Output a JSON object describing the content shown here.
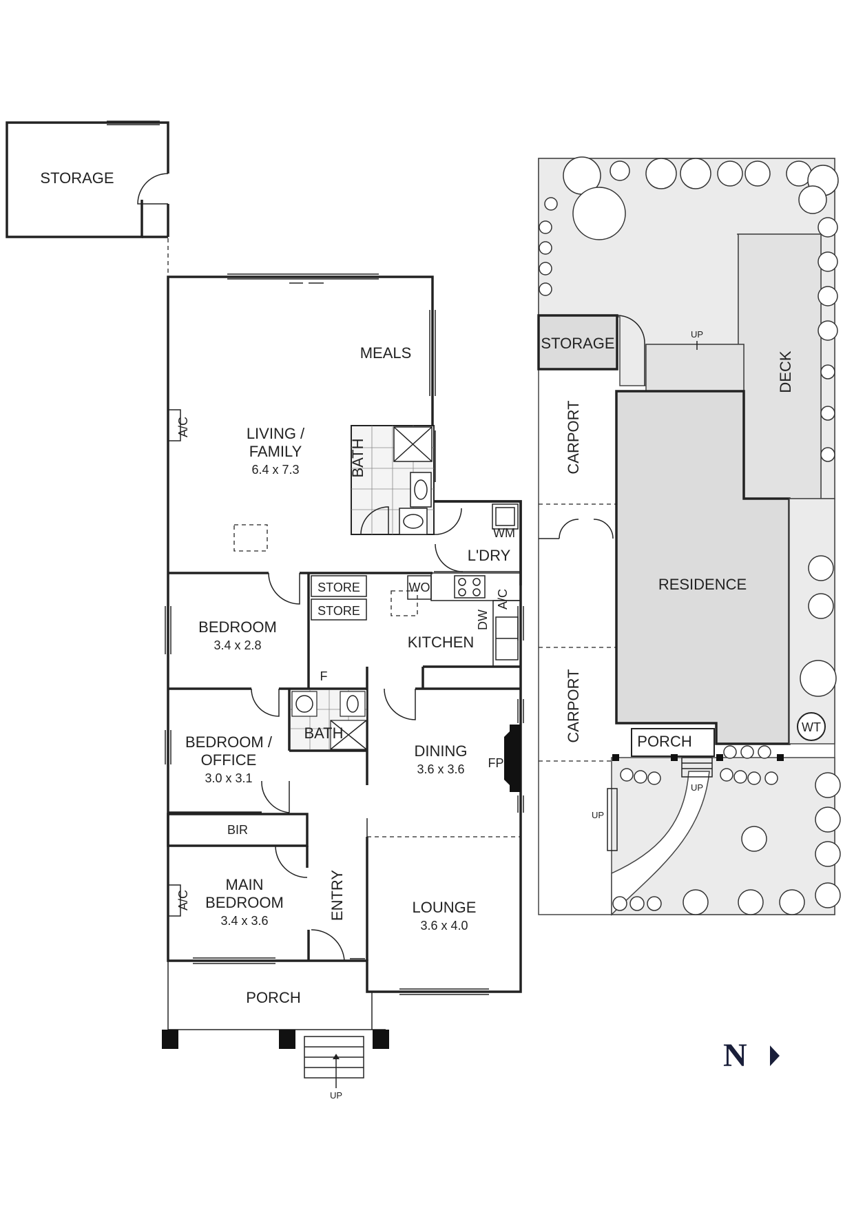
{
  "floor_plan": {
    "rooms": {
      "storage_shed": "STORAGE",
      "meals": "MEALS",
      "living_title_line1": "LIVING /",
      "living_title_line2": "FAMILY",
      "living_size": "6.4 x 7.3",
      "bath_upper": "BATH",
      "laundry": "L'DRY",
      "wm": "WM",
      "store1": "STORE",
      "store2": "STORE",
      "wo": "WO",
      "ac_kitchen": "A/C",
      "dw": "DW",
      "kitchen": "KITCHEN",
      "ac_living": "A/C",
      "bedroom": "BEDROOM",
      "bedroom_size": "3.4 x 2.8",
      "fridge": "F",
      "bath_lower": "BATH",
      "office_line1": "BEDROOM /",
      "office_line2": "OFFICE",
      "office_size": "3.0 x 3.1",
      "dining": "DINING",
      "dining_size": "3.6 x 3.6",
      "fp": "FP",
      "bir": "BIR",
      "main_line1": "MAIN",
      "main_line2": "BEDROOM",
      "main_size": "3.4 x 3.6",
      "ac_main": "A/C",
      "entry": "ENTRY",
      "lounge": "LOUNGE",
      "lounge_size": "3.6 x 4.0",
      "porch": "PORCH",
      "up": "UP"
    }
  },
  "site_plan": {
    "storage": "STORAGE",
    "deck": "DECK",
    "up_deck": "UP",
    "carport_top": "CARPORT",
    "carport_bottom": "CARPORT",
    "residence": "RESIDENCE",
    "wt": "WT",
    "porch": "PORCH",
    "up_porch": "UP",
    "up_side": "UP"
  },
  "north_letter": "N",
  "icons": [
    "north-arrow-icon",
    "stairs-icon",
    "tree-icon",
    "door-swing-icon",
    "toilet-icon",
    "bathtub-icon",
    "shower-icon",
    "sink-icon",
    "stove-icon"
  ]
}
